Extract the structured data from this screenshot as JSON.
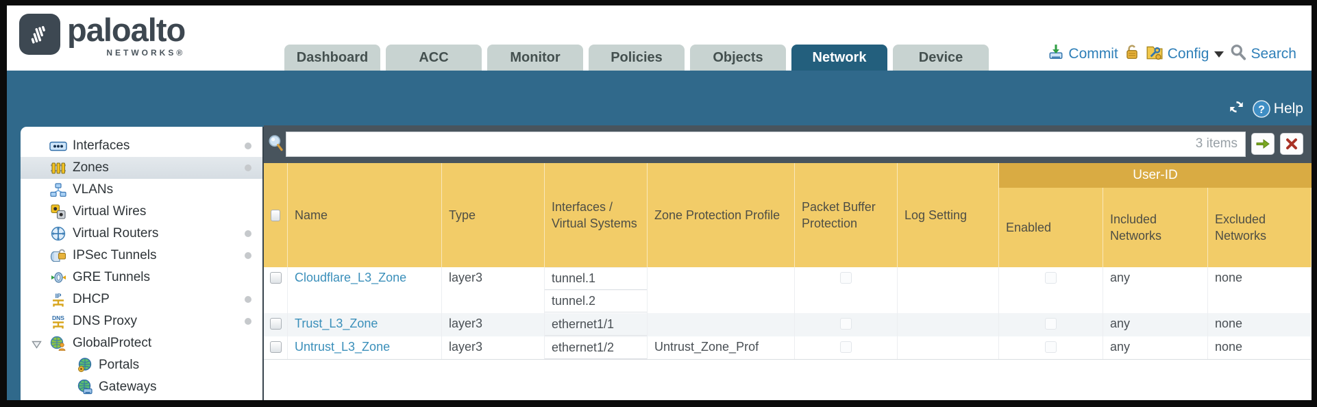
{
  "brand": {
    "name": "paloalto",
    "subtitle": "NETWORKS®"
  },
  "nav": {
    "tabs": [
      {
        "label": "Dashboard",
        "active": false
      },
      {
        "label": "ACC",
        "active": false
      },
      {
        "label": "Monitor",
        "active": false
      },
      {
        "label": "Policies",
        "active": false
      },
      {
        "label": "Objects",
        "active": false
      },
      {
        "label": "Network",
        "active": true
      },
      {
        "label": "Device",
        "active": false
      }
    ]
  },
  "utilities": {
    "commit_label": "Commit",
    "config_label": "Config",
    "search_label": "Search"
  },
  "band": {
    "help_label": "Help"
  },
  "filter": {
    "value": "",
    "count_label": "3 items"
  },
  "sidebar": {
    "items": [
      {
        "label": "Interfaces",
        "icon": "interfaces-icon",
        "dot": true,
        "selected": false
      },
      {
        "label": "Zones",
        "icon": "zones-icon",
        "dot": true,
        "selected": true
      },
      {
        "label": "VLANs",
        "icon": "vlans-icon",
        "dot": false,
        "selected": false
      },
      {
        "label": "Virtual Wires",
        "icon": "virtual-wires-icon",
        "dot": false,
        "selected": false
      },
      {
        "label": "Virtual Routers",
        "icon": "virtual-routers-icon",
        "dot": true,
        "selected": false
      },
      {
        "label": "IPSec Tunnels",
        "icon": "ipsec-tunnels-icon",
        "dot": true,
        "selected": false
      },
      {
        "label": "GRE Tunnels",
        "icon": "gre-tunnels-icon",
        "dot": false,
        "selected": false
      },
      {
        "label": "DHCP",
        "icon": "dhcp-icon",
        "dot": true,
        "selected": false
      },
      {
        "label": "DNS Proxy",
        "icon": "dns-proxy-icon",
        "dot": true,
        "selected": false
      },
      {
        "label": "GlobalProtect",
        "icon": "globalprotect-icon",
        "dot": false,
        "selected": false,
        "expanded": true
      },
      {
        "label": "Portals",
        "icon": "portals-icon",
        "dot": false,
        "selected": false,
        "level": 1
      },
      {
        "label": "Gateways",
        "icon": "gateways-icon",
        "dot": false,
        "selected": false,
        "level": 1
      }
    ]
  },
  "table": {
    "group_header": "User-ID",
    "columns": {
      "name": "Name",
      "type": "Type",
      "interfaces": "Interfaces / Virtual Systems",
      "zone_protection_profile": "Zone Protection Profile",
      "packet_buffer_protection": "Packet Buffer Protection",
      "log_setting": "Log Setting",
      "enabled": "Enabled",
      "included_networks": "Included Networks",
      "excluded_networks": "Excluded Networks"
    },
    "rows": [
      {
        "name": "Cloudflare_L3_Zone",
        "type": "layer3",
        "interfaces": [
          "tunnel.1",
          "tunnel.2"
        ],
        "zone_protection_profile": "",
        "log_setting": "",
        "included_networks": "any",
        "excluded_networks": "none"
      },
      {
        "name": "Trust_L3_Zone",
        "type": "layer3",
        "interfaces": [
          "ethernet1/1"
        ],
        "zone_protection_profile": "",
        "log_setting": "",
        "included_networks": "any",
        "excluded_networks": "none"
      },
      {
        "name": "Untrust_L3_Zone",
        "type": "layer3",
        "interfaces": [
          "ethernet1/2"
        ],
        "zone_protection_profile": "Untrust_Zone_Prof",
        "log_setting": "",
        "included_networks": "any",
        "excluded_networks": "none"
      }
    ]
  },
  "colors": {
    "band_teal": "#30698b",
    "header_orange": "#f2cc68",
    "group_orange": "#d9ab43",
    "filter_bar": "#48545d",
    "tab_active": "#235f7d",
    "tab_inactive": "#c8d3d1",
    "link_blue": "#3a8fba"
  }
}
